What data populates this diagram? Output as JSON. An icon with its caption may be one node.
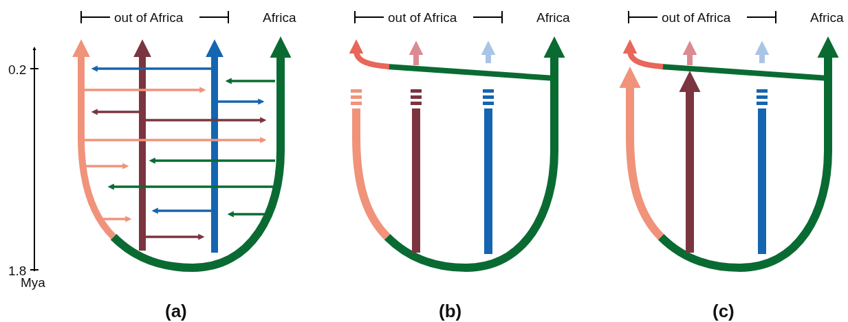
{
  "diagram": {
    "labels": [
      "out of Africa",
      "Africa",
      "out of Africa",
      "Africa",
      "out of Africa",
      "Africa",
      "0.2",
      "1.8",
      "Mya",
      "(a)",
      "(b)",
      "(c)"
    ]
  }
}
